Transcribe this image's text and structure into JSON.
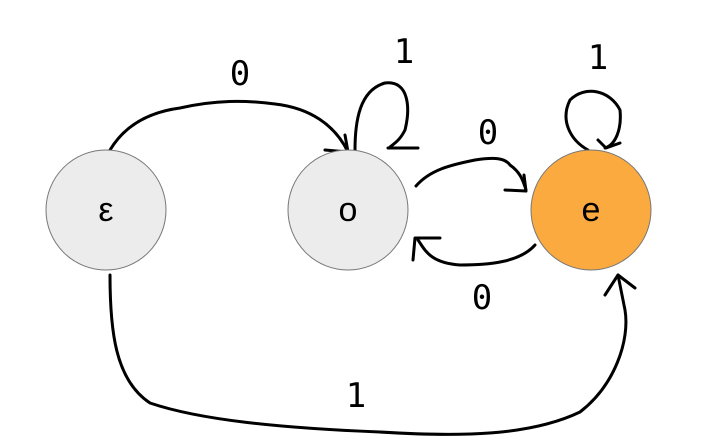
{
  "states": [
    {
      "id": "eps",
      "label": "ε",
      "fill": "#ececec",
      "accepting": false
    },
    {
      "id": "o",
      "label": "o",
      "fill": "#ececec",
      "accepting": false
    },
    {
      "id": "e",
      "label": "e",
      "fill": "#fbaa40",
      "accepting": true
    }
  ],
  "transitions": [
    {
      "from": "ε",
      "to": "o",
      "label": "0"
    },
    {
      "from": "o",
      "to": "o",
      "label": "1"
    },
    {
      "from": "o",
      "to": "e",
      "label": "0"
    },
    {
      "from": "e",
      "to": "e",
      "label": "1"
    },
    {
      "from": "e",
      "to": "o",
      "label": "0"
    },
    {
      "from": "ε",
      "to": "e",
      "label": "1"
    }
  ]
}
